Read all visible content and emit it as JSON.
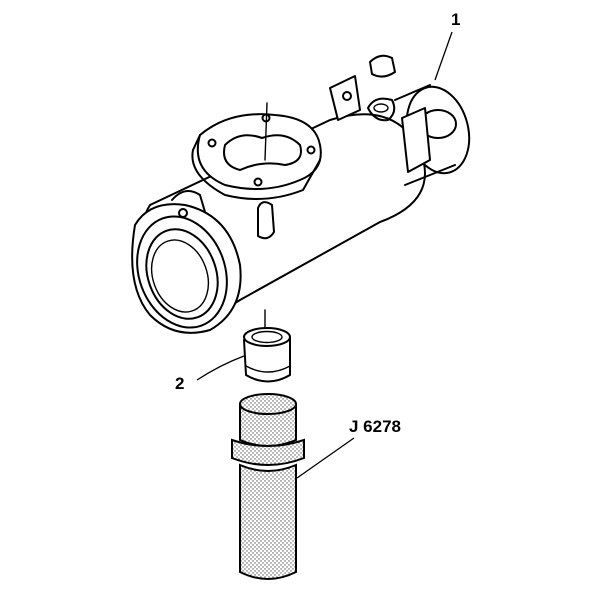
{
  "callouts": {
    "part_1": "1",
    "part_2": "2",
    "tool": "J 6278"
  },
  "colors": {
    "line": "#000000",
    "background": "#ffffff",
    "stipple": "#555555"
  }
}
